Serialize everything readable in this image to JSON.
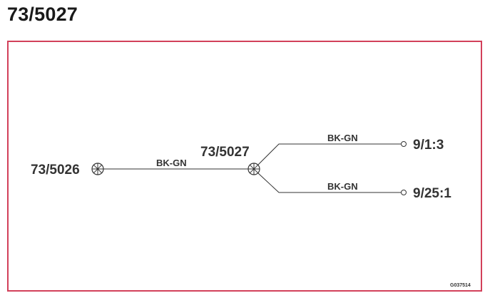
{
  "title": "73/5027",
  "frame_color": "#d2405a",
  "nodes": {
    "left_splice": "73/5026",
    "center_splice": "73/5027",
    "terminal_top": "9/1:3",
    "terminal_bottom": "9/25:1"
  },
  "wires": {
    "main": "BK-GN",
    "top_branch": "BK-GN",
    "bottom_branch": "BK-GN"
  },
  "figure_id": "G037514"
}
